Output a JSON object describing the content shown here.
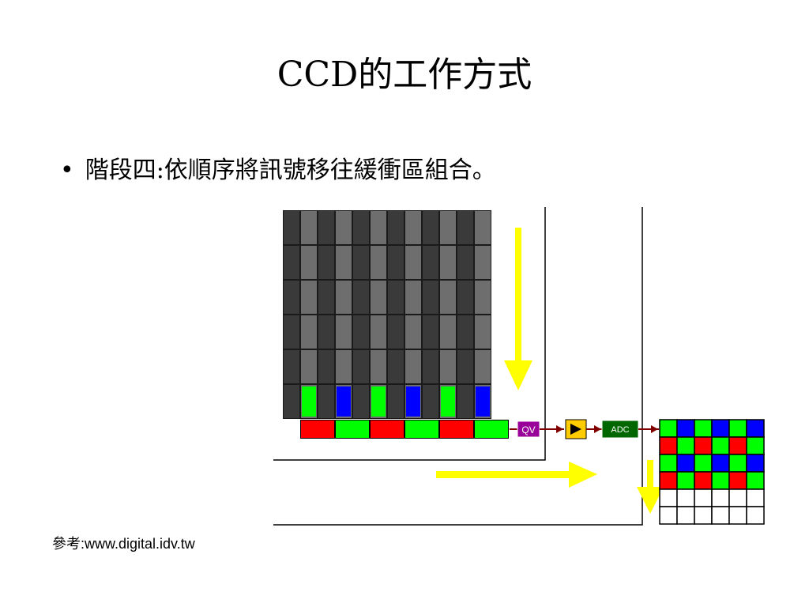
{
  "slide": {
    "title": "CCD的工作方式",
    "bullet": "階段四:依順序將訊號移往緩衝區組合。",
    "reference": "參考:www.digital.idv.tw"
  },
  "diagram": {
    "labels": {
      "qv": "QV",
      "adc": "ADC"
    },
    "colors": {
      "red": "#ff0000",
      "green": "#00ff00",
      "blue": "#0000ff",
      "arrow": "#ffff00",
      "wire": "#800000",
      "qv": "#990099",
      "adc": "#006600",
      "amp": "#ffcc00",
      "dark_cell": "#3a3a3a",
      "light_cell": "#6e6e6e"
    },
    "sensor_bottom_row": [
      "dark",
      "green",
      "dark",
      "blue",
      "dark",
      "green",
      "dark",
      "blue",
      "dark",
      "green",
      "dark",
      "blue"
    ],
    "register_row": [
      "red",
      "green",
      "red",
      "green",
      "red",
      "green"
    ],
    "buffer_grid": [
      [
        "green",
        "blue",
        "green",
        "blue",
        "green",
        "blue"
      ],
      [
        "red",
        "green",
        "red",
        "green",
        "red",
        "green"
      ],
      [
        "green",
        "blue",
        "green",
        "blue",
        "green",
        "blue"
      ],
      [
        "red",
        "green",
        "red",
        "green",
        "red",
        "green"
      ],
      [
        "white",
        "white",
        "white",
        "white",
        "white",
        "white"
      ],
      [
        "white",
        "white",
        "white",
        "white",
        "white",
        "white"
      ]
    ]
  }
}
